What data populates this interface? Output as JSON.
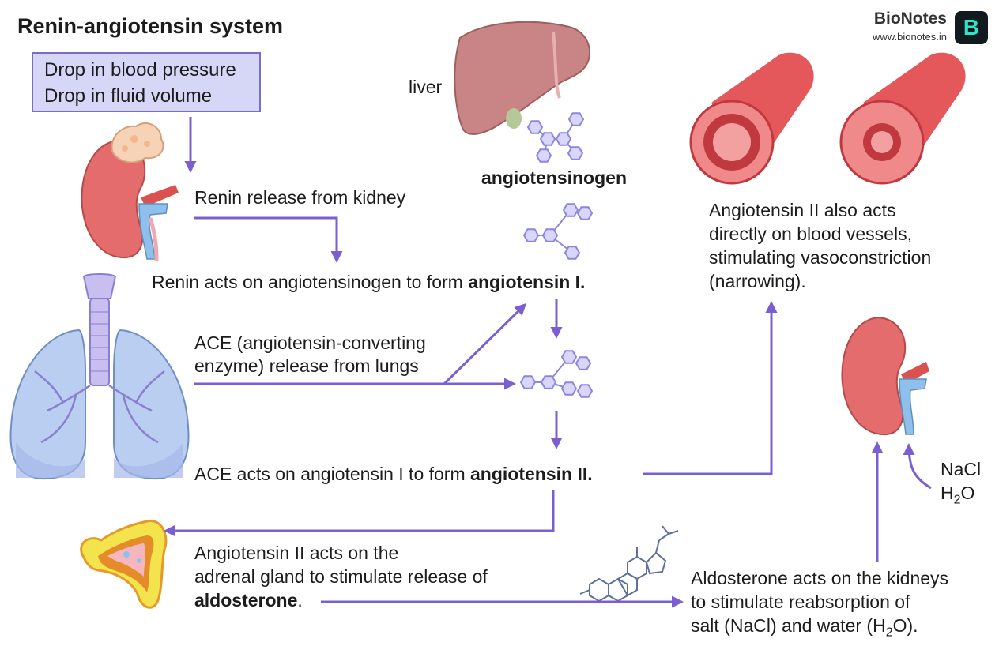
{
  "title": "Renin-angiotensin system",
  "brand": {
    "name": "BioNotes",
    "url": "www.bionotes.in",
    "logo_letter": "B"
  },
  "trigger": [
    "Drop in blood pressure",
    "Drop in fluid volume"
  ],
  "labels": {
    "liver": "liver",
    "angiotensinogen": "angiotensinogen",
    "renin_release": "Renin release from kidney",
    "renin_acts_prefix": "Renin acts on angiotensinogen to form ",
    "angiotensin_1": "angiotensin I.",
    "ace_release_1": "ACE (angiotensin-converting",
    "ace_release_2": "enzyme) release from lungs",
    "ace_acts_prefix": "ACE acts on angiotensin I to form ",
    "angiotensin_2": "angiotensin II.",
    "vessels_1": "Angiotensin II also acts",
    "vessels_2": "directly on blood vessels,",
    "vessels_3": "stimulating vasoconstriction",
    "vessels_4": "(narrowing).",
    "adrenal_1": "Angiotensin II acts on the",
    "adrenal_2": "adrenal gland to stimulate release of",
    "aldosterone": "aldosterone",
    "adrenal_period": ".",
    "aldo_1": "Aldosterone acts on the kidneys",
    "aldo_2": "to stimulate reabsorption of",
    "aldo_3_prefix": "salt (NaCl) and water (H",
    "aldo_3_sub": "2",
    "aldo_3_suffix": "O).",
    "nacl": "NaCl",
    "h2o_h": "H",
    "h2o_sub": "2",
    "h2o_o": "O"
  },
  "colors": {
    "arrow": "#7b5fd0",
    "box_fill": "#d6d6f7",
    "kidney": "#e26a6a",
    "vessel": "#e4585c",
    "lung": "#b8cdf0",
    "liver": "#c98484",
    "molecule": "#a9a4ea"
  },
  "icons": [
    "kidney-icon",
    "adrenal-gland-icon",
    "liver-icon",
    "lungs-icon",
    "blood-vessel-icon",
    "molecule-icon",
    "steroid-molecule-icon",
    "adrenal-section-icon"
  ]
}
